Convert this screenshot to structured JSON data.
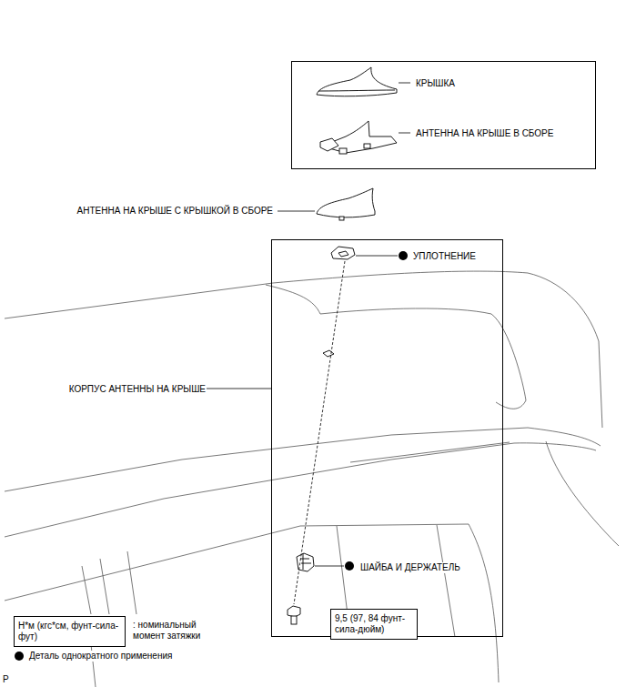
{
  "diagram": {
    "nodes": [
      {
        "text": [
          "КРЫШКА",
          "АНТЕННА НА КРЫШЕ В СБОРЕ"
        ]
      },
      {
        "text": [
          "КОРПУС АНТЕННЫ НА КРЫШЕ",
          "УПЛОТНЕНИЕ",
          "ШАЙБА И ДЕРЖАТЕЛЬ"
        ]
      },
      {
        "text": [
          "9,5 (97, 84 фунт-сила-дюйм)"
        ],
        "in": 1
      },
      {
        "text": [
          "Н*м (кгс*см, фунт-сила-фут)"
        ]
      }
    ],
    "labels": [
      "АНТЕННА НА КРЫШЕ С КРЫШКОЙ В СБОРЕ",
      "P"
    ],
    "legend": [
      {
        "text": ": номинальный момент затяжки"
      },
      {
        "text": "Деталь однократного применения",
        "color": "#000000"
      }
    ]
  }
}
